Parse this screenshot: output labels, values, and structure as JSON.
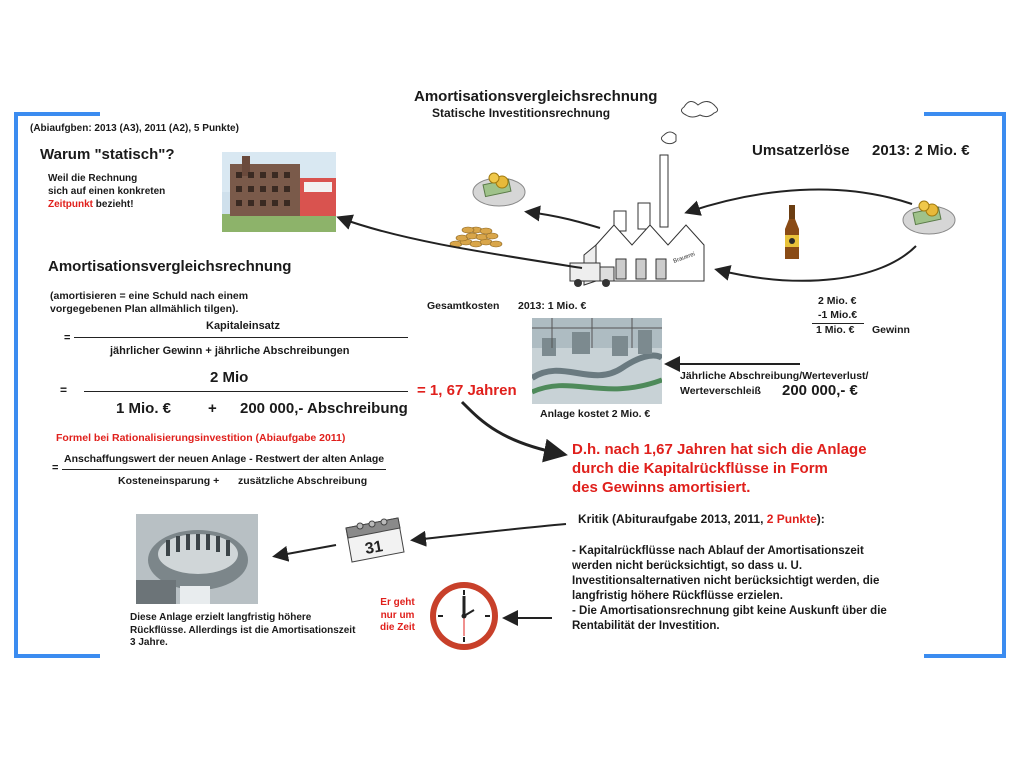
{
  "title": {
    "main": "Amortisationsvergleichsrechnung",
    "sub": "Statische Investitionsrechnung"
  },
  "header_note": "(Abiaufgben: 2013 (A3), 2011 (A2), 5 Punkte)",
  "why_static": {
    "question": "Warum \"statisch\"?",
    "line1": "Weil die Rechnung",
    "line2": "sich auf einen konkreten",
    "highlight": "Zeitpunkt",
    "line3_rest": " bezieht!"
  },
  "revenue": {
    "label": "Umsatzerlöse",
    "value": "2013: 2 Mio. €"
  },
  "section_heading": "Amortisationsvergleichsrechnung",
  "definition": {
    "line1": "(amortisieren = eine Schuld nach einem",
    "line2": "vorgegebenen Plan allmählich tilgen)."
  },
  "formula1": {
    "equals": "=",
    "numerator": "Kapitaleinsatz",
    "denominator": "jährlicher Gewinn + jährliche Abschreibungen"
  },
  "formula2": {
    "equals": "=",
    "numerator": "2 Mio",
    "den_part1": "1 Mio. €",
    "den_plus": "+",
    "den_part2": "200 000,- Abschreibung",
    "result": "= 1, 67 Jahren"
  },
  "formula3": {
    "heading": "Formel bei Rationalisierungsinvestition (Abiaufgabe 2011)",
    "equals": "=",
    "numerator": "Anschaffungswert der neuen Anlage - Restwert der alten Anlage",
    "den_part1": "Kosteneinsparung +",
    "den_part2": "zusätzliche Abschreibung"
  },
  "total_costs": {
    "label": "Gesamtkosten",
    "value": "2013: 1 Mio. €"
  },
  "profit_calc": {
    "line1": "2 Mio. €",
    "line2": "-1 Mio.€",
    "result": "1 Mio. €",
    "label": "Gewinn"
  },
  "plant_caption": "Anlage kostet 2 Mio. €",
  "depreciation": {
    "line1": "Jährliche Abschreibung/Werteverlust/",
    "line2": "Werteverschleiß",
    "value": "200 000,- €"
  },
  "conclusion": {
    "line1": "D.h. nach 1,67 Jahren hat sich die Anlage",
    "line2": "durch die Kapitalrückflüsse in Form",
    "line3": "des Gewinns amortisiert."
  },
  "critique": {
    "heading_start": "Kritik (Abituraufgabe 2013, 2011, ",
    "heading_red": "2 Punkte",
    "heading_end": "):",
    "lines": [
      "- Kapitalrückflüsse nach Ablauf der Amortisationszeit",
      "werden nicht berücksichtigt, so dass u. U.",
      "Investitionsalternativen nicht berücksichtigt werden, die",
      "langfristig höhere Rückflüsse erzielen.",
      "- Die Amortisationsrechnung gibt keine Auskunft über die",
      "Rentabilität der Investition."
    ]
  },
  "long_term": {
    "line1": "Diese Anlage erzielt langfristig höhere",
    "line2": "Rückflüsse. Allerdings ist die Amortisationszeit",
    "line3": "3 Jahre."
  },
  "time_note": {
    "line1": "Er geht",
    "line2": "nur um",
    "line3": "die Zeit"
  },
  "calendar_number": "31",
  "factory_sign": "Brauerei",
  "colors": {
    "accent_red": "#e0201c",
    "bracket_blue": "#3b8cf0"
  },
  "icons": [
    "factory-icon",
    "coins-icon",
    "beer-bottle-icon",
    "calendar-icon",
    "clock-icon",
    "building-photo",
    "production-line-photo",
    "bottling-machine-photo"
  ]
}
